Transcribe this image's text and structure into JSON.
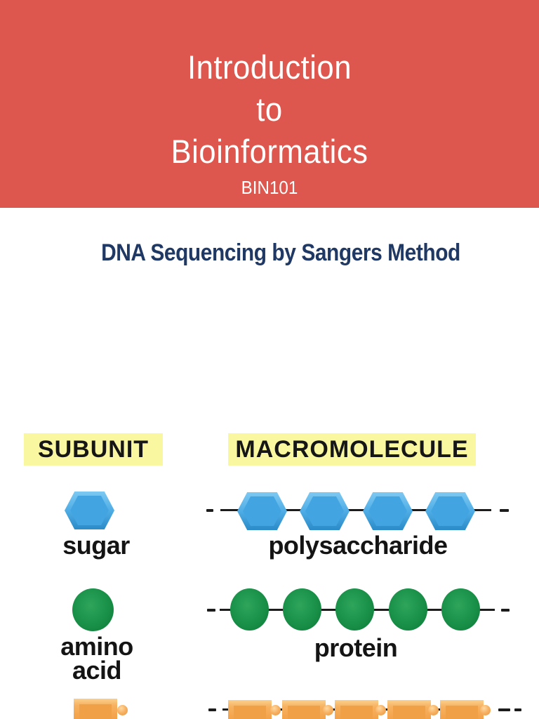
{
  "banner": {
    "bg_color": "#DE574E",
    "text_color": "#FFFFFF",
    "title_lines": [
      "Introduction",
      "to",
      "Bioinformatics"
    ],
    "course_code": "BIN101"
  },
  "subtitle": {
    "text": "DNA Sequencing by Sangers Method",
    "color": "#1F3864"
  },
  "diagram": {
    "highlight_color": "#FAF7A1",
    "ink_color": "#1C1C1C",
    "column_headers": {
      "subunit": "SUBUNIT",
      "macromolecule": "MACROMOLECULE"
    },
    "rows": [
      {
        "subunit_label": "sugar",
        "macromolecule_label": "polysaccharide",
        "subunit_icon": "blue-hexagon",
        "icon_color": "#42A5E2",
        "chain_units": 4
      },
      {
        "subunit_label": "amino acid",
        "macromolecule_label": "protein",
        "subunit_icon": "green-circle",
        "icon_color": "#189048",
        "chain_units": 5
      },
      {
        "subunit_label": "",
        "macromolecule_label": "",
        "subunit_icon": "orange-block-with-ball",
        "icon_color": "#F4A54D",
        "chain_units": 5
      }
    ]
  }
}
